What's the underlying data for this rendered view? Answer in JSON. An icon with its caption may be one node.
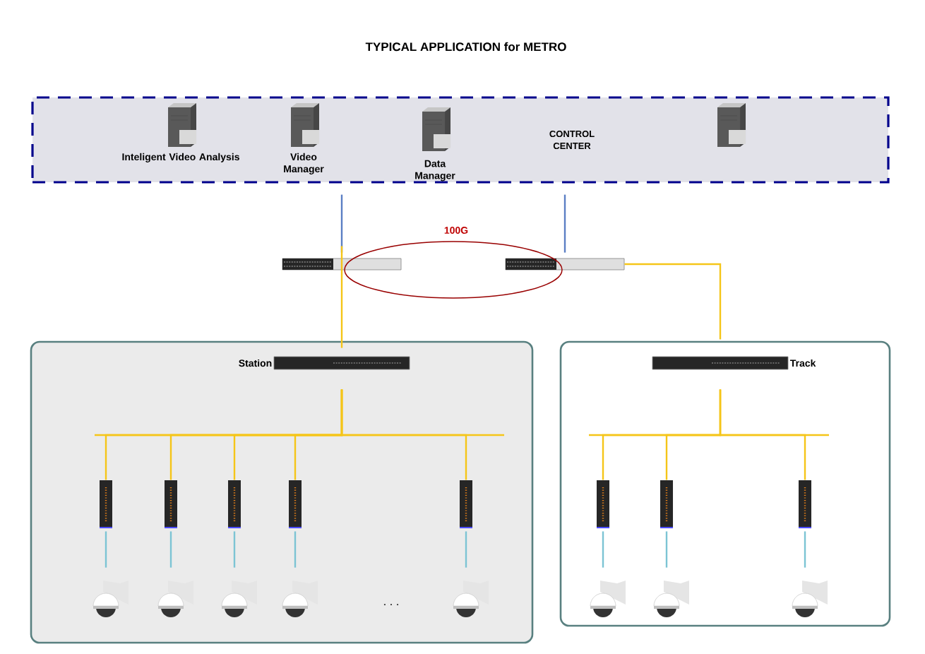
{
  "diagram": {
    "title": "TYPICAL APPLICATION for METRO",
    "nodes": [
      {
        "text": [
          "CONTROL CENTER"
        ]
      },
      {
        "text": [
          "Inteligent Video Analysis"
        ],
        "in": 0
      },
      {
        "text": [
          "Video Manager"
        ],
        "in": 0
      },
      {
        "text": [
          "Data Manager"
        ],
        "in": 0
      },
      {
        "text": [],
        "shape": "picture",
        "in": 0
      },
      {
        "text": [],
        "shape": "picture"
      },
      {
        "text": [],
        "shape": "picture"
      },
      {
        "text": [],
        "shape": "box"
      },
      {
        "text": [],
        "shape": "picture",
        "beside": [
          "Station"
        ],
        "in": 7
      },
      {
        "text": [],
        "shape": "picture",
        "in": 7
      },
      {
        "text": [],
        "shape": "picture",
        "in": 7
      },
      {
        "text": [],
        "shape": "picture",
        "in": 7
      },
      {
        "text": [],
        "shape": "picture",
        "in": 7
      },
      {
        "text": [],
        "shape": "picture",
        "in": 7
      },
      {
        "text": [],
        "shape": "picture",
        "in": 7
      },
      {
        "text": [],
        "shape": "picture",
        "in": 7
      },
      {
        "text": [],
        "shape": "picture",
        "in": 7
      },
      {
        "text": [],
        "shape": "picture",
        "in": 7
      },
      {
        "text": [],
        "shape": "picture",
        "in": 7
      },
      {
        "text": [],
        "shape": "box"
      },
      {
        "text": [],
        "shape": "picture",
        "beside": [
          "Track"
        ],
        "in": 19
      },
      {
        "text": [],
        "shape": "picture",
        "in": 19
      },
      {
        "text": [],
        "shape": "picture",
        "in": 19
      },
      {
        "text": [],
        "shape": "picture",
        "in": 19
      },
      {
        "text": [],
        "shape": "picture",
        "in": 19
      },
      {
        "text": [],
        "shape": "picture",
        "in": 19
      },
      {
        "text": [],
        "shape": "picture",
        "in": 19
      },
      {
        "text": [],
        "shape": "ellipse"
      }
    ],
    "edges": [
      {
        "from": 0,
        "to": 5,
        "arrow": "none",
        "color": "#5b7fc4"
      },
      {
        "from": 0,
        "to": 6,
        "arrow": "none",
        "color": "#5b7fc4"
      },
      {
        "from": 5,
        "to": 8,
        "arrow": "none"
      },
      {
        "from": 6,
        "to": 20,
        "arrow": "none"
      },
      {
        "from": 8,
        "to": 9,
        "arrow": "none"
      },
      {
        "from": 8,
        "to": 10,
        "arrow": "none"
      },
      {
        "from": 8,
        "to": 11,
        "arrow": "none"
      },
      {
        "from": 8,
        "to": 12,
        "arrow": "none"
      },
      {
        "from": 8,
        "to": 13,
        "arrow": "none"
      },
      {
        "from": 9,
        "to": 14,
        "arrow": "none",
        "color": "#7cc4d4"
      },
      {
        "from": 10,
        "to": 15,
        "arrow": "none",
        "color": "#7cc4d4"
      },
      {
        "from": 11,
        "to": 16,
        "arrow": "none",
        "color": "#7cc4d4"
      },
      {
        "from": 12,
        "to": 17,
        "arrow": "none",
        "color": "#7cc4d4"
      },
      {
        "from": 13,
        "to": 18,
        "arrow": "none",
        "color": "#7cc4d4"
      },
      {
        "from": 20,
        "to": 21,
        "arrow": "none"
      },
      {
        "from": 20,
        "to": 22,
        "arrow": "none"
      },
      {
        "from": 20,
        "to": 23,
        "arrow": "none"
      },
      {
        "from": 21,
        "to": 24,
        "arrow": "none",
        "color": "#7cc4d4"
      },
      {
        "from": 22,
        "to": 25,
        "arrow": "none",
        "color": "#7cc4d4"
      },
      {
        "from": 23,
        "to": 26,
        "arrow": "none",
        "color": "#7cc4d4"
      }
    ],
    "labels": [
      "100G",
      ". . ."
    ]
  }
}
